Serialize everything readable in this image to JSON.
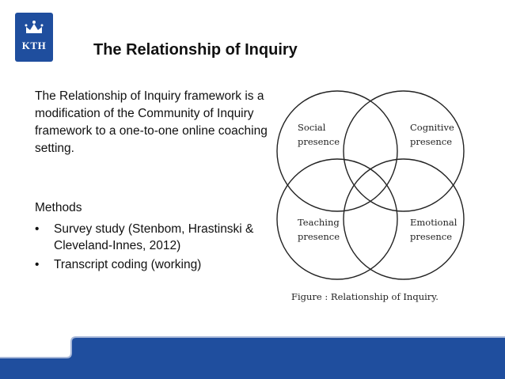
{
  "logo": {
    "text": "KTH"
  },
  "slide": {
    "title": "The Relationship of Inquiry",
    "intro": "The Relationship of Inquiry framework is a modification of the Community of Inquiry framework to a one-to-one online coaching setting.",
    "methods_heading": "Methods",
    "bullets": [
      "Survey study (Stenbom, Hrastinski & Cleveland-Innes, 2012)",
      "Transcript coding (working)"
    ]
  },
  "diagram": {
    "circles": [
      {
        "label_line1": "Social",
        "label_line2": "presence"
      },
      {
        "label_line1": "Cognitive",
        "label_line2": "presence"
      },
      {
        "label_line1": "Teaching",
        "label_line2": "presence"
      },
      {
        "label_line1": "Emotional",
        "label_line2": "presence"
      }
    ],
    "caption": "Figure : Relationship of Inquiry."
  },
  "colors": {
    "brand": "#1f4e9e",
    "footer": "#1f4e9e"
  }
}
